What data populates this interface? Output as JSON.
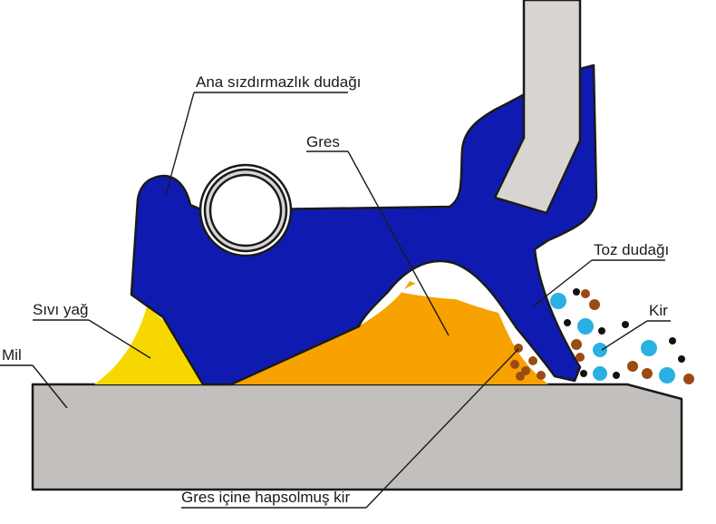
{
  "labels": {
    "main_lip": "Ana sızdırmazlık dudağı",
    "grease": "Gres",
    "oil": "Sıvı yağ",
    "shaft": "Mil",
    "dust_lip": "Toz dudağı",
    "dirt": "Kir",
    "trapped_dirt": "Gres içine hapsolmuş kir"
  },
  "colors": {
    "seal": "#0f1bb0",
    "grease": "#f7a200",
    "oil": "#f6d800",
    "shaft": "#c2bfbd",
    "case": "#d8d4d2",
    "dirt_blue": "#2ab0e3",
    "dirt_brown": "#9a4a12",
    "dirt_black": "#111111",
    "outline": "#1a1a1a"
  }
}
